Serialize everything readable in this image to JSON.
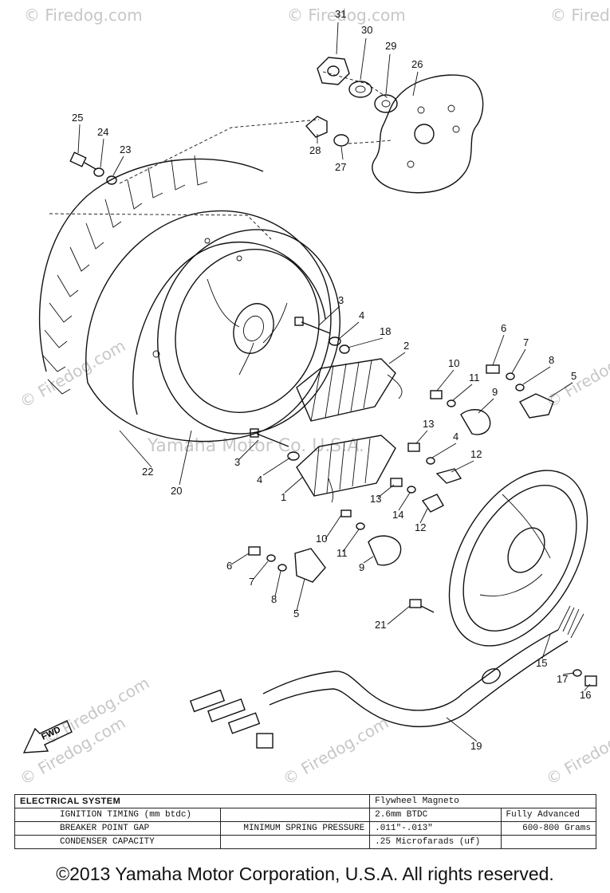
{
  "watermarks": {
    "site": "© Firedog.com",
    "maker": "Yamaha Motor Co. U.S.A."
  },
  "callouts": [
    {
      "id": "c31",
      "text": "31"
    },
    {
      "id": "c30",
      "text": "30"
    },
    {
      "id": "c29",
      "text": "29"
    },
    {
      "id": "c26",
      "text": "26"
    },
    {
      "id": "c28",
      "text": "28"
    },
    {
      "id": "c27",
      "text": "27"
    },
    {
      "id": "c25",
      "text": "25"
    },
    {
      "id": "c24",
      "text": "24"
    },
    {
      "id": "c23",
      "text": "23"
    },
    {
      "id": "c3a",
      "text": "3"
    },
    {
      "id": "c4a",
      "text": "4"
    },
    {
      "id": "c18",
      "text": "18"
    },
    {
      "id": "c2",
      "text": "2"
    },
    {
      "id": "c6a",
      "text": "6"
    },
    {
      "id": "c7a",
      "text": "7"
    },
    {
      "id": "c8a",
      "text": "8"
    },
    {
      "id": "c5a",
      "text": "5"
    },
    {
      "id": "c10a",
      "text": "10"
    },
    {
      "id": "c11a",
      "text": "11"
    },
    {
      "id": "c9a",
      "text": "9"
    },
    {
      "id": "c13a",
      "text": "13"
    },
    {
      "id": "c4b",
      "text": "4"
    },
    {
      "id": "c12a",
      "text": "12"
    },
    {
      "id": "c3b",
      "text": "3"
    },
    {
      "id": "c4c",
      "text": "4"
    },
    {
      "id": "c1",
      "text": "1"
    },
    {
      "id": "c22",
      "text": "22"
    },
    {
      "id": "c20",
      "text": "20"
    },
    {
      "id": "c13b",
      "text": "13"
    },
    {
      "id": "c14",
      "text": "14"
    },
    {
      "id": "c12b",
      "text": "12"
    },
    {
      "id": "c10b",
      "text": "10"
    },
    {
      "id": "c11b",
      "text": "11"
    },
    {
      "id": "c9b",
      "text": "9"
    },
    {
      "id": "c6b",
      "text": "6"
    },
    {
      "id": "c7b",
      "text": "7"
    },
    {
      "id": "c8b",
      "text": "8"
    },
    {
      "id": "c5b",
      "text": "5"
    },
    {
      "id": "c21",
      "text": "21"
    },
    {
      "id": "c15",
      "text": "15"
    },
    {
      "id": "c17",
      "text": "17"
    },
    {
      "id": "c16",
      "text": "16"
    },
    {
      "id": "c19",
      "text": "19"
    }
  ],
  "fwd_arrow": "FWD",
  "spec_table": {
    "title": "ELECTRICAL SYSTEM",
    "title_value": "Flywheel Magneto",
    "rows": [
      {
        "label": "IGNITION TIMING (mm btdc)",
        "label2": "",
        "value": "2.6mm BTDC",
        "value2": "Fully Advanced"
      },
      {
        "label": "BREAKER POINT GAP",
        "label2": "MINIMUM SPRING PRESSURE",
        "value": ".011\"-.013\"",
        "value2": "600-800 Grams"
      },
      {
        "label": "CONDENSER CAPACITY",
        "label2": "",
        "value": ".25 Microfarads (uf)",
        "value2": ""
      }
    ]
  },
  "copyright": "©2013 Yamaha Motor Corporation, U.S.A. All rights reserved."
}
